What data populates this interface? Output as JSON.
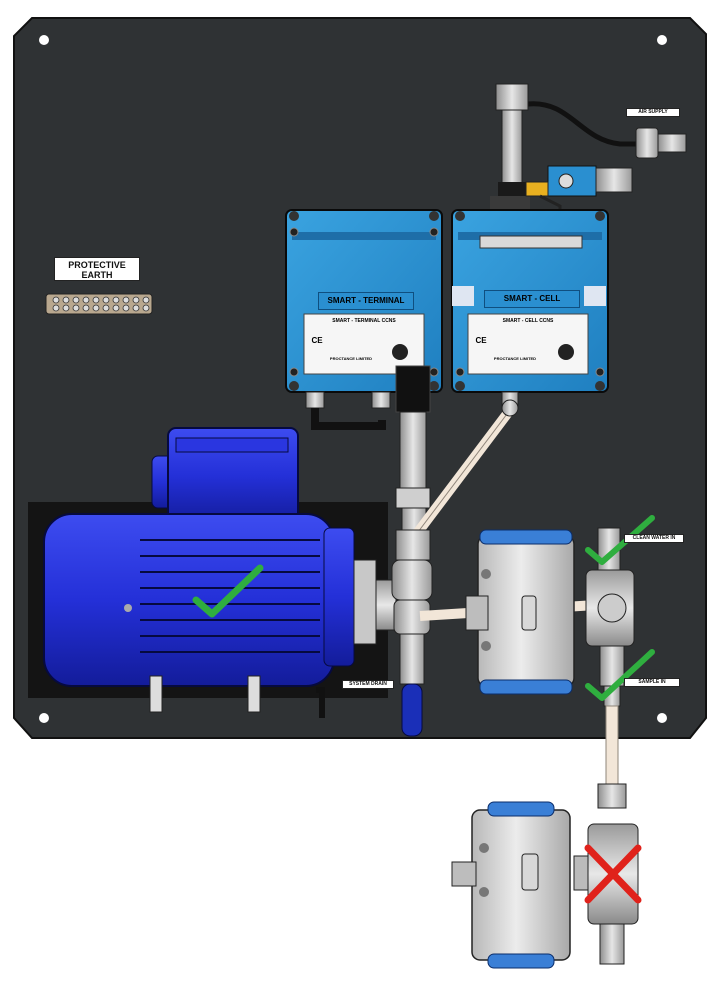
{
  "labels": {
    "protective_earth_line1": "PROTECTIVE",
    "protective_earth_line2": "EARTH",
    "air_supply": "AIR SUPPLY",
    "system_drain": "SYSTEM DRAIN",
    "clean_water_in": "CLEAN WATER IN",
    "sample_in": "SAMPLE IN",
    "smart_terminal": "SMART - TERMINAL",
    "smart_cell": "SMART - CELL",
    "terminal_plate_title": "SMART - TERMINAL CCNS",
    "cell_plate_title": "SMART - CELL CCNS",
    "manufacturer": "PROCTANCE LIMITED",
    "ce_mark": "CE"
  },
  "status": {
    "pump_motor": "ok",
    "clean_water_inlet": "ok",
    "sample_inlet": "ok",
    "lower_valve_actuator": "fault"
  },
  "colors": {
    "panel": "#2f3234",
    "enclosure": "#2a8fd0",
    "motor": "#2430d8",
    "check": "#2fae3f",
    "cross": "#e0221b",
    "pipe": "#f2e6d8",
    "actuator_cap": "#3a7fd6"
  }
}
